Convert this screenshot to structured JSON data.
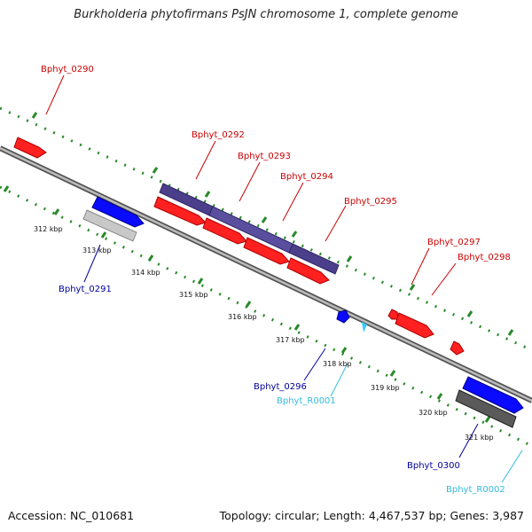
{
  "title": "Burkholderia phytofirmans PsJN chromosome 1, complete genome",
  "footer": {
    "accession": "Accession: NC_010681",
    "topology": "Topology: circular; Length: 4,467,537 bp; Genes: 3,987"
  },
  "colors": {
    "forward_gene": "#ff0000",
    "reverse_gene": "#0000ff",
    "forward_label": "#cc0000",
    "reverse_label": "#000099",
    "rna_label": "#33bbdd",
    "rna_feature": "#33ccff",
    "other_orf": "#4b3f8c",
    "pseudo_gene": "#bbbbbb",
    "pseudo_gene_dark": "#555555",
    "backbone": "#888888",
    "orf_marks": "#2a8a2a"
  },
  "axis_ticks": [
    "312 kbp",
    "313 kbp",
    "314 kbp",
    "315 kbp",
    "316 kbp",
    "317 kbp",
    "318 kbp",
    "319 kbp",
    "320 kbp",
    "321 kbp"
  ],
  "genes_forward": [
    "Bphyt_0290",
    "Bphyt_0292",
    "Bphyt_0293",
    "Bphyt_0294",
    "Bphyt_0295",
    "Bphyt_0297",
    "Bphyt_0298"
  ],
  "genes_reverse": [
    "Bphyt_0291",
    "Bphyt_0296",
    "Bphyt_0300"
  ],
  "rna_features": [
    "Bphyt_R0001",
    "Bphyt_R0002"
  ]
}
